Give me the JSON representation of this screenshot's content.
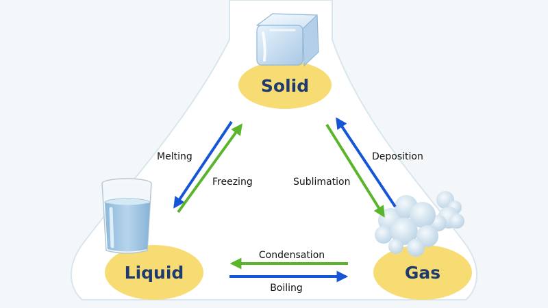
{
  "states": {
    "solid": "Solid",
    "liquid": "Liquid",
    "gas": "Gas"
  },
  "processes": {
    "melting": "Melting",
    "freezing": "Freezing",
    "sublimation": "Sublimation",
    "deposition": "Deposition",
    "condensation": "Condensation",
    "boiling": "Boiling"
  },
  "colors": {
    "background": "#f3f7f9",
    "flask": "#ffffff",
    "flask_edge": "#d8e6ee",
    "state_ellipse": "#f7dc74",
    "state_text": "#1f3a6e",
    "arrow_blue": "#1656d6",
    "arrow_green": "#5ab52b"
  },
  "icons": {
    "solid": "ice-cube-icon",
    "liquid": "water-glass-icon",
    "gas": "vapor-cloud-icon"
  }
}
